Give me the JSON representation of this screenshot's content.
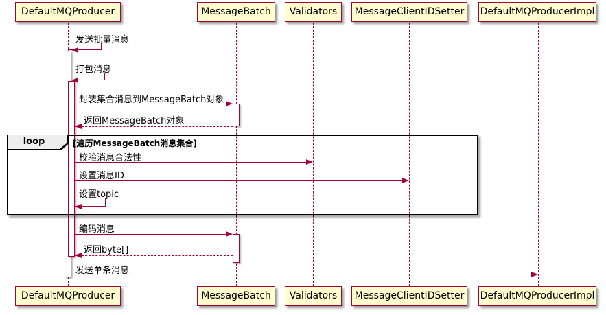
{
  "diagram": {
    "type": "sequence-diagram",
    "participants": [
      {
        "name": "DefaultMQProducer"
      },
      {
        "name": "MessageBatch"
      },
      {
        "name": "Validators"
      },
      {
        "name": "MessageClientIDSetter"
      },
      {
        "name": "DefaultMQProducerImpl"
      }
    ],
    "loop": {
      "keyword": "loop",
      "condition": "[遍历MessageBatch消息集合]"
    },
    "messages": [
      {
        "from": "DefaultMQProducer",
        "to": "DefaultMQProducer",
        "label": "发送批量消息",
        "style": "self-solid"
      },
      {
        "from": "DefaultMQProducer",
        "to": "DefaultMQProducer",
        "label": "打包消息",
        "style": "self-solid"
      },
      {
        "from": "DefaultMQProducer",
        "to": "MessageBatch",
        "label": "封装集合消息到MessageBatch对象",
        "style": "solid"
      },
      {
        "from": "MessageBatch",
        "to": "DefaultMQProducer",
        "label": "返回MessageBatch对象",
        "style": "dashed-return"
      },
      {
        "from": "DefaultMQProducer",
        "to": "Validators",
        "label": "校验消息合法性",
        "style": "solid",
        "in_loop": true
      },
      {
        "from": "DefaultMQProducer",
        "to": "MessageClientIDSetter",
        "label": "设置消息ID",
        "style": "solid",
        "in_loop": true
      },
      {
        "from": "DefaultMQProducer",
        "to": "DefaultMQProducer",
        "label": "设置topic",
        "style": "self-solid",
        "in_loop": true
      },
      {
        "from": "DefaultMQProducer",
        "to": "MessageBatch",
        "label": "编码消息",
        "style": "solid"
      },
      {
        "from": "MessageBatch",
        "to": "DefaultMQProducer",
        "label": "返回byte[]",
        "style": "dashed-return"
      },
      {
        "from": "DefaultMQProducer",
        "to": "DefaultMQProducerImpl",
        "label": "发送单条消息",
        "style": "solid"
      }
    ],
    "colors": {
      "participant_fill": "#FEFECE",
      "participant_border": "#A80036",
      "lifeline": "#A80036",
      "arrow": "#A80036",
      "loop_frame_border": "#000000",
      "loop_header_fill": "#EEEEEE",
      "background": "#FFFFFF"
    }
  }
}
